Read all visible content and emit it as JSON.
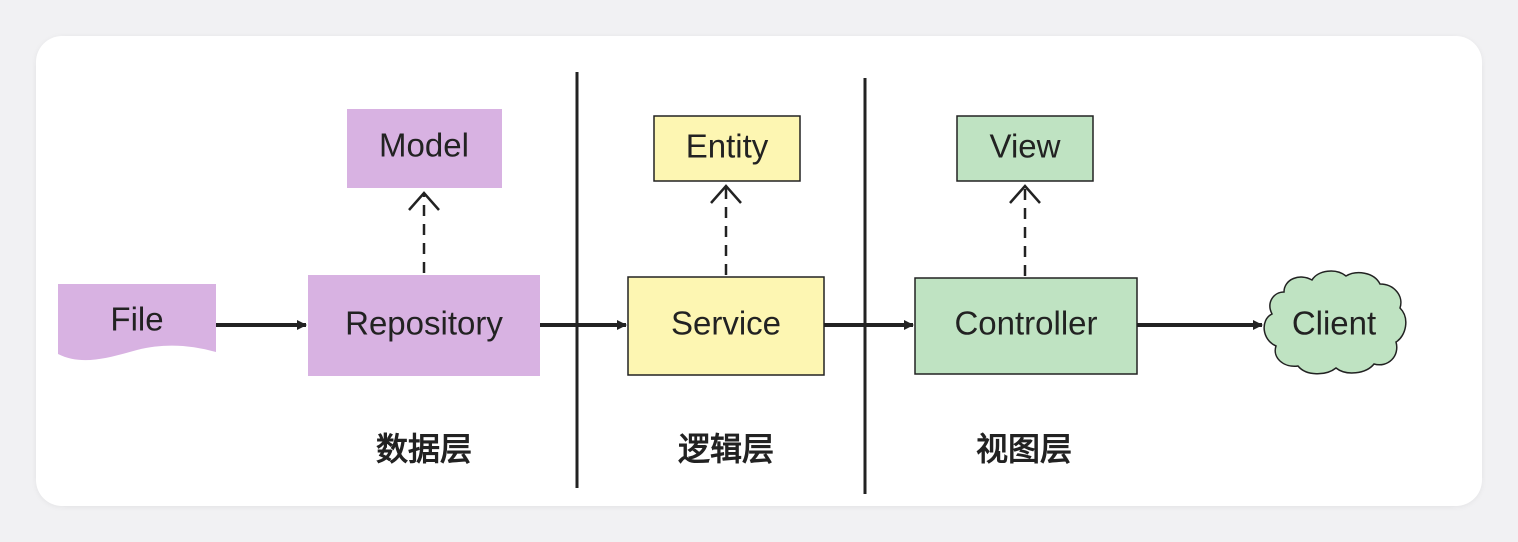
{
  "nodes": {
    "file": "File",
    "repository": "Repository",
    "model": "Model",
    "service": "Service",
    "entity": "Entity",
    "controller": "Controller",
    "view": "View",
    "client": "Client"
  },
  "layers": {
    "data": "数据层",
    "logic": "逻辑层",
    "view": "视图层"
  },
  "colors": {
    "data_layer": "#d8b2e2",
    "logic_layer": "#fdf6b2",
    "view_layer": "#bfe3c2",
    "line": "#222222"
  }
}
